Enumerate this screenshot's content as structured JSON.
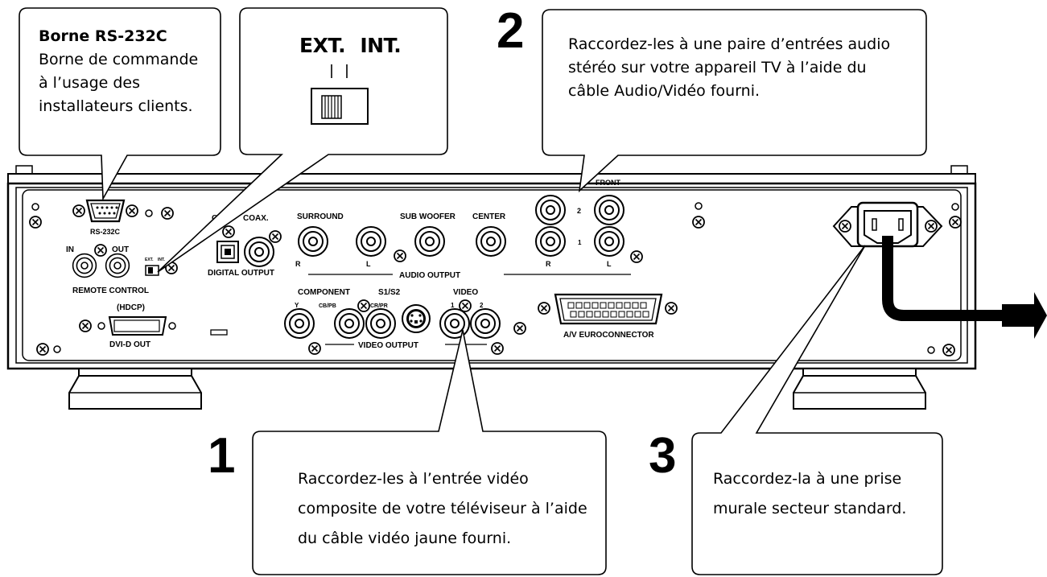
{
  "callouts": {
    "rs232": {
      "title": "Borne RS-232C",
      "text": "Borne de commande à l’usage des installateurs clients."
    },
    "switch": {
      "ext": "EXT.",
      "int": "INT."
    },
    "step2": {
      "number": "2",
      "text": "Raccordez-les à une paire d’entrées audio stéréo sur votre appareil TV à l’aide du câble Audio/Vidéo fourni."
    },
    "step1": {
      "number": "1",
      "text": "Raccordez-les à l’entrée vidéo composite de votre téléviseur à l’aide du câble vidéo jaune fourni."
    },
    "step3": {
      "number": "3",
      "text": "Raccordez-la à une prise murale secteur standard."
    }
  },
  "panel": {
    "rs232c": "RS-232C",
    "remote_in": "IN",
    "remote_out": "OUT",
    "remote_ext": "EXT.",
    "remote_int": "INT.",
    "remote_control": "REMOTE CONTROL",
    "hdcp": "(HDCP)",
    "dvi_out": "DVI-D OUT",
    "opt": "OPT.",
    "coax": "COAX.",
    "digital_output": "DIGITAL OUTPUT",
    "surround": "SURROUND",
    "sub_woofer": "SUB WOOFER",
    "center": "CENTER",
    "front": "FRONT",
    "ch2": "2",
    "ch1": "1",
    "r": "R",
    "l": "L",
    "audio_output": "AUDIO OUTPUT",
    "component": "COMPONENT",
    "y": "Y",
    "cb": "CB/PB",
    "cr": "CR/PR",
    "s1s2": "S1/S2",
    "video": "VIDEO",
    "v1": "1",
    "v2": "2",
    "video_output": "VIDEO OUTPUT",
    "euro": "A/V EUROCONNECTOR"
  }
}
